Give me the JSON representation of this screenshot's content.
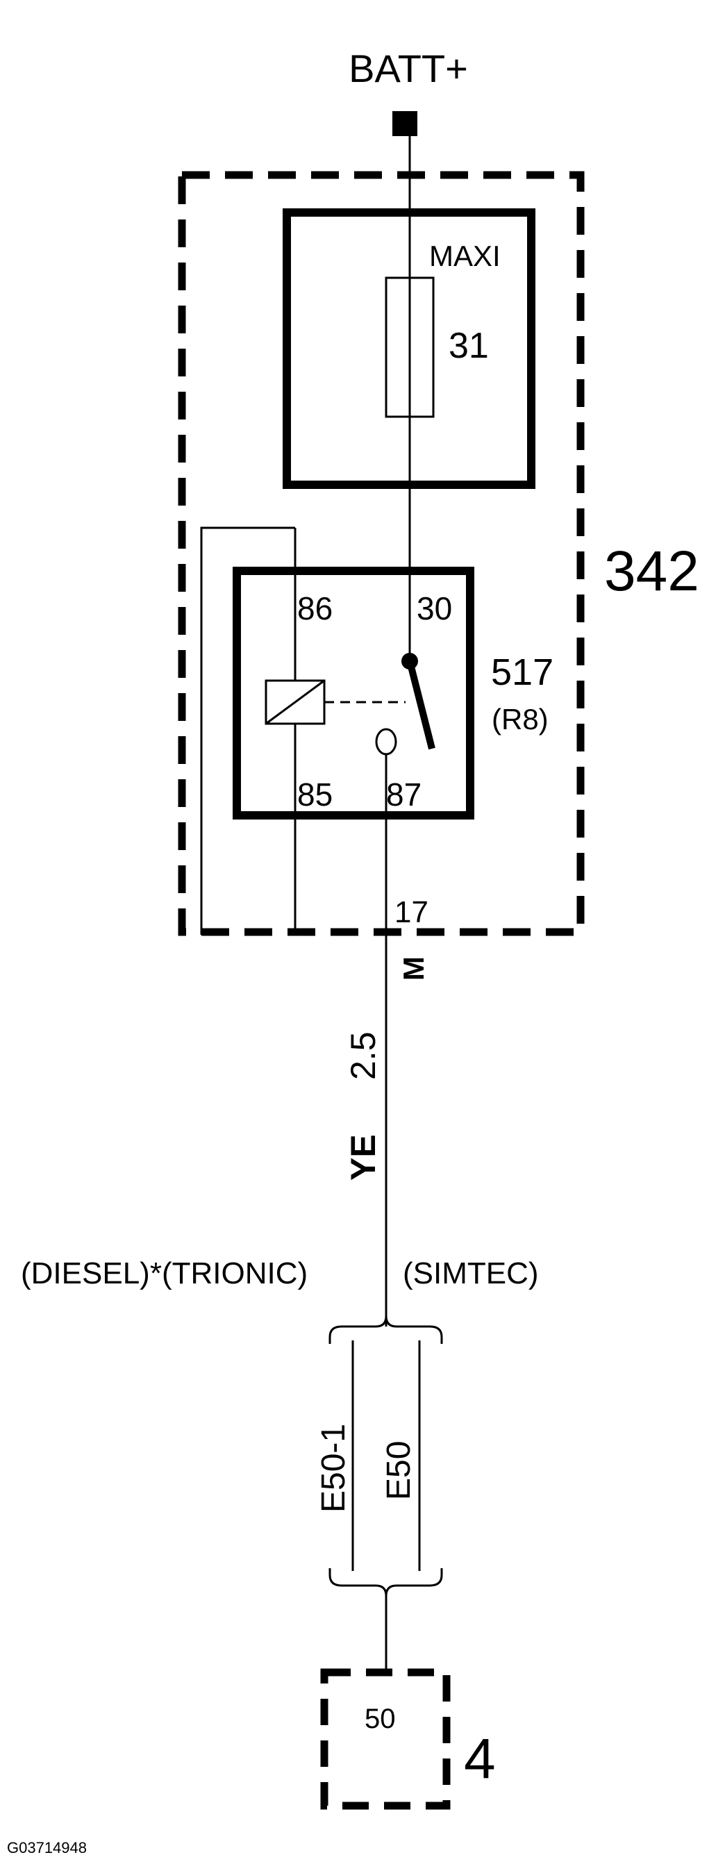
{
  "diagram": {
    "supply_label": "BATT+",
    "module_number": "342",
    "fuse": {
      "type_label": "MAXI",
      "number": "31"
    },
    "relay": {
      "number": "517",
      "position_label": "(R8)",
      "pins": {
        "coil_top": "86",
        "coil_bottom": "85",
        "common": "30",
        "output": "87"
      }
    },
    "module_connector_pin": "17",
    "connector_code": "M",
    "wire": {
      "color": "YE",
      "size": "2.5"
    },
    "variants_left": "(DIESEL)*(TRIONIC)",
    "variants_right": "(SIMTEC)",
    "splice_left": "E50-1",
    "splice_right": "E50",
    "component": {
      "pin": "50",
      "number": "4"
    },
    "figure_id": "G03714948"
  },
  "colors": {
    "line": "#000000",
    "background": "#ffffff"
  }
}
